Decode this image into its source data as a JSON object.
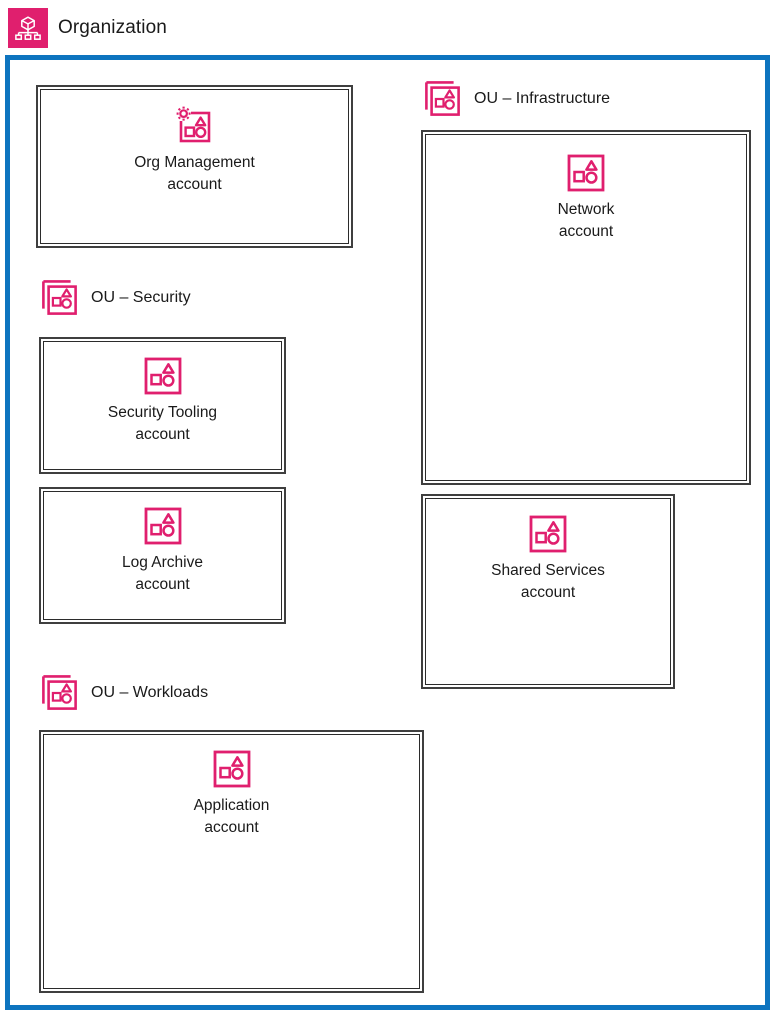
{
  "header": {
    "title": "Organization",
    "icon": "organization-icon",
    "icon_bg": "#e01f6e"
  },
  "theme": {
    "accent_magenta": "#e01f6e",
    "frame_blue": "#0d74bf",
    "box_border": "#2b2b2b",
    "text": "#1a1a1a",
    "background": "#ffffff"
  },
  "organization": {
    "frame_label": "Organization",
    "accounts": [
      {
        "id": "org-management",
        "icon": "management-account-icon",
        "name_line1": "Org Management",
        "name_line2": "account"
      }
    ],
    "ous": [
      {
        "id": "ou-security",
        "icon": "ou-icon",
        "label": "OU – Security",
        "accounts": [
          {
            "id": "security-tooling",
            "icon": "account-icon",
            "name_line1": "Security Tooling",
            "name_line2": "account"
          },
          {
            "id": "log-archive",
            "icon": "account-icon",
            "name_line1": "Log Archive",
            "name_line2": "account"
          }
        ]
      },
      {
        "id": "ou-workloads",
        "icon": "ou-icon",
        "label": "OU – Workloads",
        "accounts": [
          {
            "id": "application",
            "icon": "account-icon",
            "name_line1": "Application",
            "name_line2": "account"
          }
        ]
      },
      {
        "id": "ou-infrastructure",
        "icon": "ou-icon",
        "label": "OU – Infrastructure",
        "accounts": [
          {
            "id": "network",
            "icon": "account-icon",
            "name_line1": "Network",
            "name_line2": "account"
          },
          {
            "id": "shared-services",
            "icon": "account-icon",
            "name_line1": "Shared Services",
            "name_line2": "account"
          }
        ]
      }
    ]
  }
}
